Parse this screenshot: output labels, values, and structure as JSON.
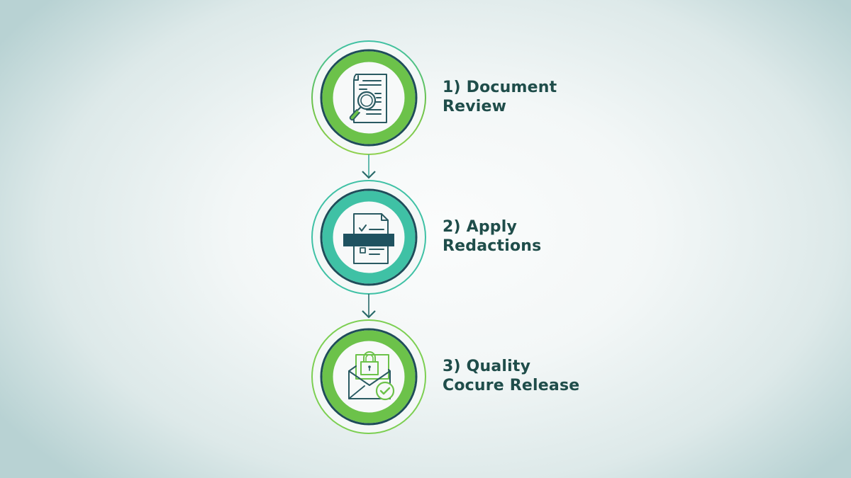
{
  "diagram": {
    "type": "vertical-process-flow",
    "colors": {
      "text": "#1f4d4a",
      "dark_ring": "#1f4d5a",
      "green": "#6cc24a",
      "teal": "#3fc1a5",
      "icon_stroke": "#2a5a62",
      "background_center": "#fbfcfc",
      "background_edge": "#b8d2d3"
    },
    "steps": [
      {
        "number": "1)",
        "title_line1": "1) Document",
        "title_line2": "Review",
        "icon": "document-magnifier-icon",
        "ring_color": "#6cc24a"
      },
      {
        "number": "2)",
        "title_line1": "2) Apply",
        "title_line2": "Redactions",
        "icon": "redacted-document-icon",
        "ring_color": "#3fc1a5"
      },
      {
        "number": "3)",
        "title_line1": "3) Quality",
        "title_line2": "Cocure Release",
        "icon": "secure-envelope-check-icon",
        "ring_color": "#6cc24a"
      }
    ],
    "connectors": [
      {
        "from": 1,
        "to": 2,
        "icon": "arrow-down-icon"
      },
      {
        "from": 2,
        "to": 3,
        "icon": "arrow-down-icon"
      }
    ]
  }
}
